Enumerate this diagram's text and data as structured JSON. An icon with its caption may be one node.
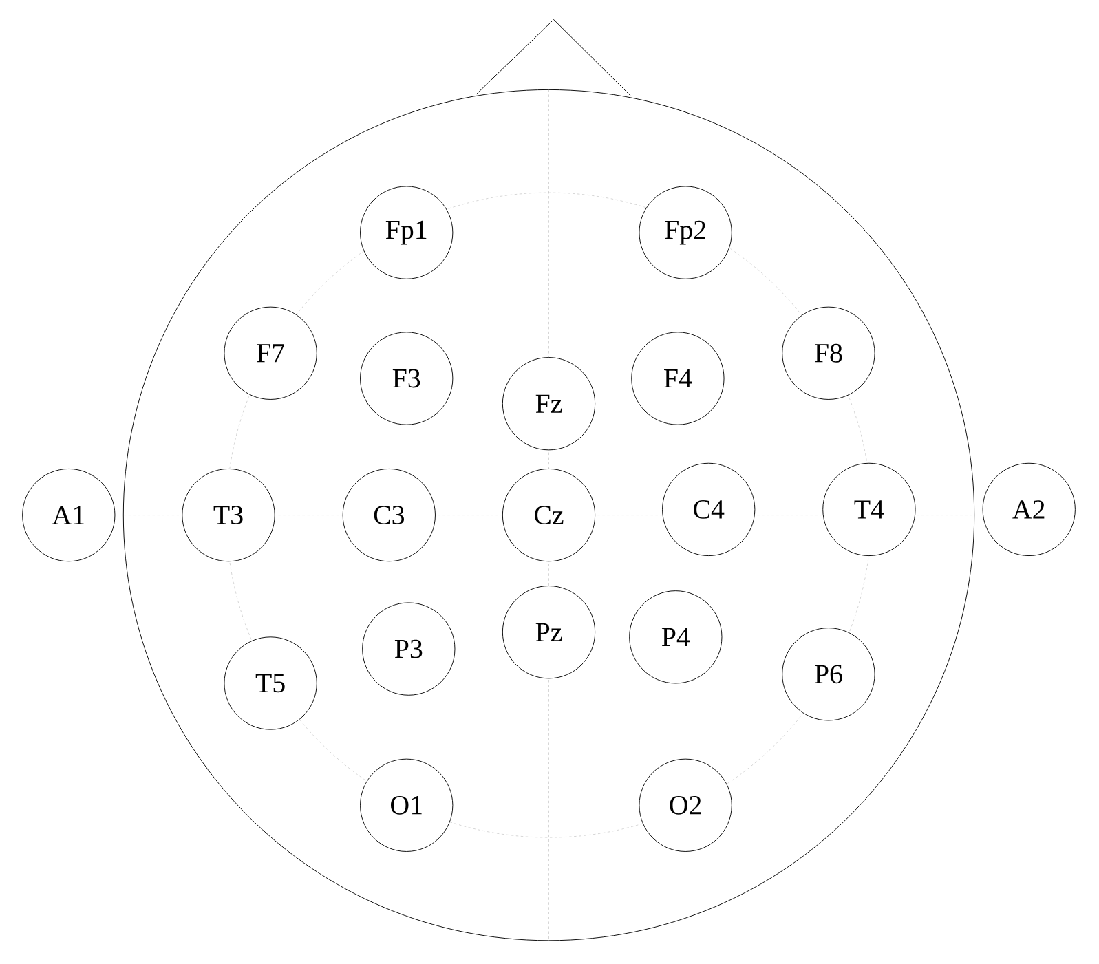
{
  "diagram": {
    "nodes": [
      {
        "text": [
          "Fp1"
        ]
      },
      {
        "text": [
          "Fp2"
        ]
      },
      {
        "text": [
          "F7"
        ]
      },
      {
        "text": [
          "F3"
        ]
      },
      {
        "text": [
          "Fz"
        ]
      },
      {
        "text": [
          "F4"
        ]
      },
      {
        "text": [
          "F8"
        ]
      },
      {
        "text": [
          "A1"
        ]
      },
      {
        "text": [
          "T3"
        ]
      },
      {
        "text": [
          "C3"
        ]
      },
      {
        "text": [
          "Cz"
        ]
      },
      {
        "text": [
          "C4"
        ]
      },
      {
        "text": [
          "T4"
        ]
      },
      {
        "text": [
          "A2"
        ]
      },
      {
        "text": [
          "P3"
        ]
      },
      {
        "text": [
          "Pz"
        ]
      },
      {
        "text": [
          "P4"
        ]
      },
      {
        "text": [
          "P6"
        ]
      },
      {
        "text": [
          "T5"
        ]
      },
      {
        "text": [
          "O1"
        ]
      },
      {
        "text": [
          "O2"
        ]
      }
    ]
  }
}
